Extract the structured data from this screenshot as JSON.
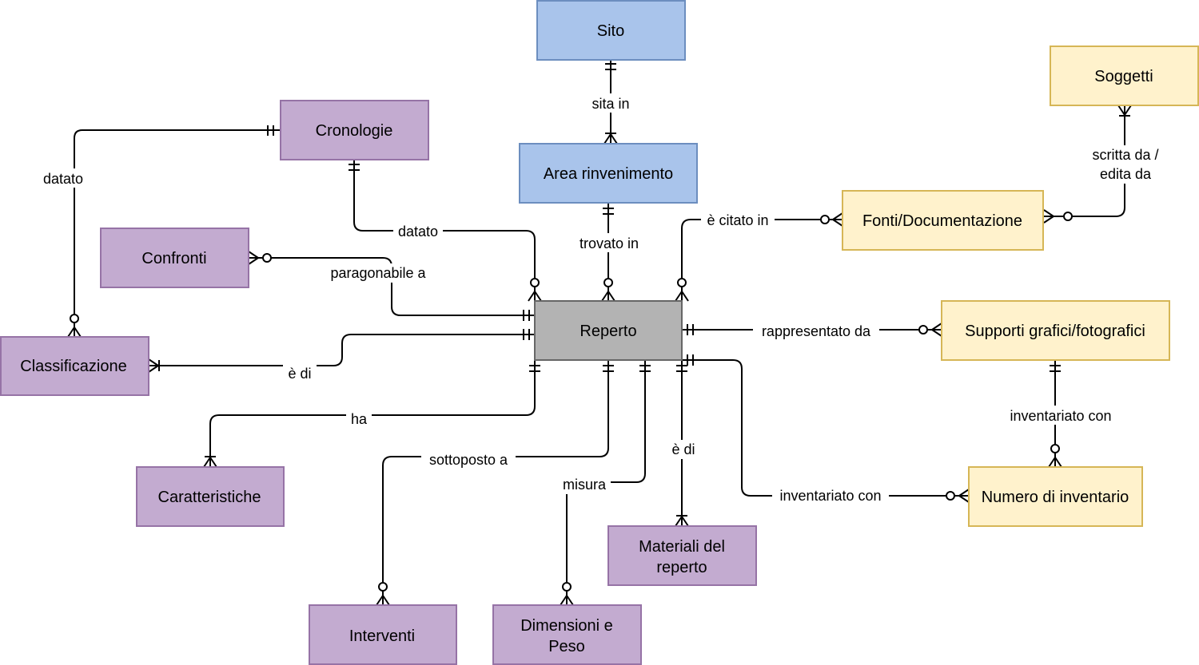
{
  "colors": {
    "blue_fill": "#A9C4EB",
    "blue_stroke": "#6C8EBF",
    "purple_fill": "#C3ABD0",
    "purple_stroke": "#9673A6",
    "yellow_fill": "#FFF2CC",
    "yellow_stroke": "#D6B656",
    "gray_fill": "#B3B3B3",
    "gray_stroke": "#666666"
  },
  "entities": {
    "sito": "Sito",
    "area_rinvenimento": "Area rinvenimento",
    "soggetti": "Soggetti",
    "cronologie": "Cronologie",
    "fonti": "Fonti/Documentazione",
    "confronti": "Confronti",
    "reperto": "Reperto",
    "supporti": "Supporti grafici/fotografici",
    "classificazione": "Classificazione",
    "caratteristiche": "Caratteristiche",
    "numero_inventario": "Numero di inventario",
    "materiali_line1": "Materiali del",
    "materiali_line2": "reperto",
    "interventi": "Interventi",
    "dimensioni_line1": "Dimensioni e",
    "dimensioni_line2": "Peso"
  },
  "relations": {
    "sita_in": "sita in",
    "datato_class": "datato",
    "datato_crono": "datato",
    "trovato_in": "trovato in",
    "citato_in": "è citato in",
    "scritta_line1": "scritta da /",
    "scritta_line2": "edita da",
    "paragonabile": "paragonabile a",
    "rappresentato": "rappresentato da",
    "e_di_class": "è di",
    "ha": "ha",
    "inventariato_supporti": "inventariato con",
    "sottoposto": "sottoposto a",
    "e_di_materiali": "è di",
    "misura": "misura",
    "inventariato_reperto": "inventariato con"
  }
}
